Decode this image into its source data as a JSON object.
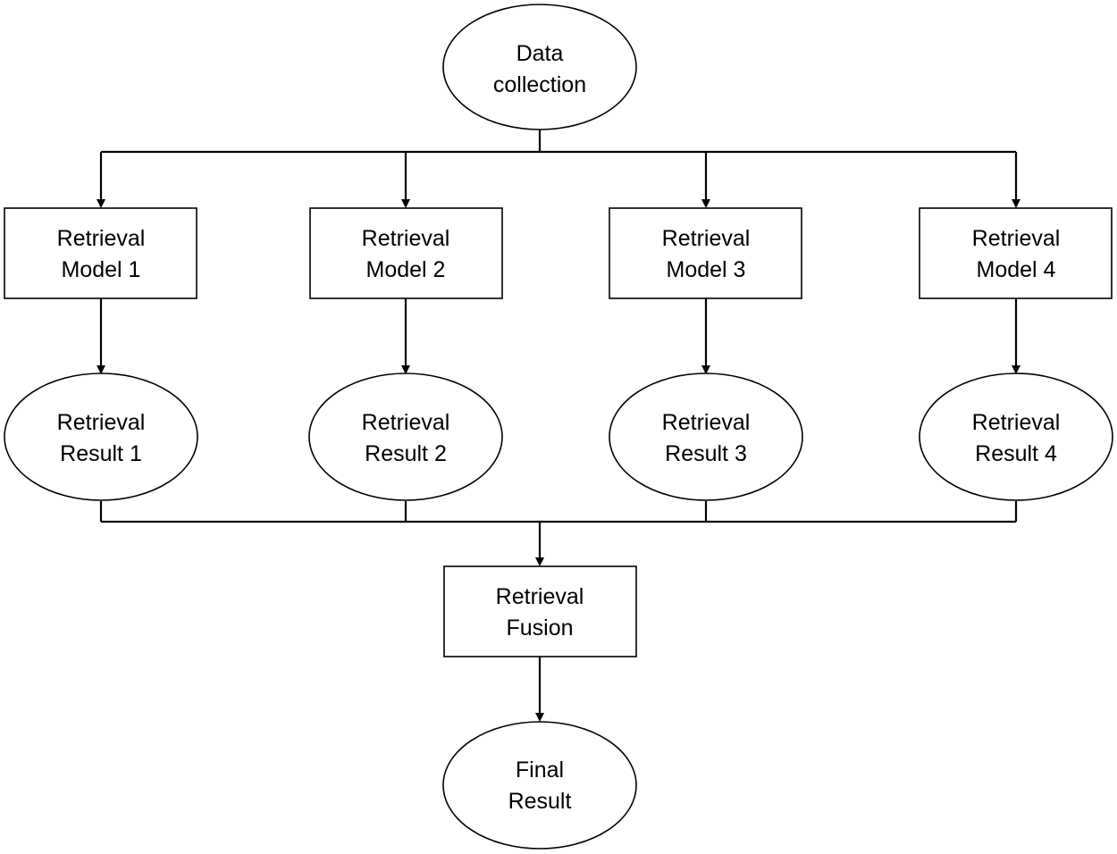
{
  "diagram": {
    "nodes": {
      "data_collection": {
        "line1": "Data",
        "line2": "collection",
        "shape": "ellipse"
      },
      "model_1": {
        "line1": "Retrieval",
        "line2": "Model 1",
        "shape": "rectangle"
      },
      "model_2": {
        "line1": "Retrieval",
        "line2": "Model 2",
        "shape": "rectangle"
      },
      "model_3": {
        "line1": "Retrieval",
        "line2": "Model 3",
        "shape": "rectangle"
      },
      "model_4": {
        "line1": "Retrieval",
        "line2": "Model 4",
        "shape": "rectangle"
      },
      "result_1": {
        "line1": "Retrieval",
        "line2": "Result 1",
        "shape": "ellipse"
      },
      "result_2": {
        "line1": "Retrieval",
        "line2": "Result 2",
        "shape": "ellipse"
      },
      "result_3": {
        "line1": "Retrieval",
        "line2": "Result 3",
        "shape": "ellipse"
      },
      "result_4": {
        "line1": "Retrieval",
        "line2": "Result 4",
        "shape": "ellipse"
      },
      "fusion": {
        "line1": "Retrieval",
        "line2": "Fusion",
        "shape": "rectangle"
      },
      "final_result": {
        "line1": "Final",
        "line2": "Result",
        "shape": "ellipse"
      }
    },
    "edges": [
      {
        "from": "data_collection",
        "to": "model_1"
      },
      {
        "from": "data_collection",
        "to": "model_2"
      },
      {
        "from": "data_collection",
        "to": "model_3"
      },
      {
        "from": "data_collection",
        "to": "model_4"
      },
      {
        "from": "model_1",
        "to": "result_1"
      },
      {
        "from": "model_2",
        "to": "result_2"
      },
      {
        "from": "model_3",
        "to": "result_3"
      },
      {
        "from": "model_4",
        "to": "result_4"
      },
      {
        "from": "result_1",
        "to": "fusion"
      },
      {
        "from": "result_2",
        "to": "fusion"
      },
      {
        "from": "result_3",
        "to": "fusion"
      },
      {
        "from": "result_4",
        "to": "fusion"
      },
      {
        "from": "fusion",
        "to": "final_result"
      }
    ],
    "colors": {
      "stroke": "#000000",
      "fill": "#ffffff"
    }
  }
}
